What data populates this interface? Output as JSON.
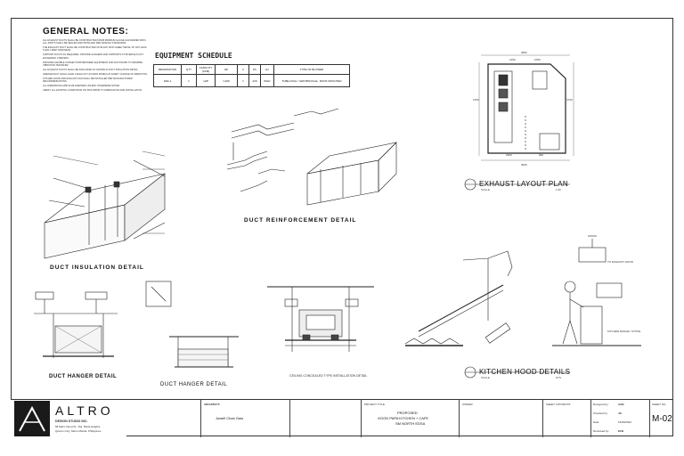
{
  "notes": {
    "title": "GENERAL NOTES:",
    "items": [
      "ALL EXHAUST DUCTS SHALL BE CONSTRUCTED FROM MINIMUM GAUGE GALVANIZED IRON. ALL JOINTS SHALL BE SEALED AND INSTALLED PER SMACNA STANDARDS.",
      "THE EXHAUST DUCT SHALL BE CONSTRUCTED OF BLACK IRON SHEET METAL OF NOT LESS THAN 1.5MM THICKNESS.",
      "SUPPORT DUCTS AS REQUIRED. PROVIDE HANGERS AND SUPPORTS AT INTERVALS NOT EXCEEDING 3 METERS.",
      "PROVIDE FLEXIBLE CONNECTORS BETWEEN EQUIPMENT AND DUCTWORK TO MINIMIZE VIBRATION TRANSFER.",
      "ALL EXHAUST DUCTS SHALL BE INSULATED AS SHOWN IN DUCT INSULATION DETAIL.",
      "GREASE DUCT SHALL HAVE CLEAN-OUT ACCESS PANELS AT EVERY CHANGE OF DIRECTION.",
      "KITCHEN HOOD AND EXHAUST FAN SHALL BE INSTALLED PER MANUFACTURER RECOMMENDATIONS.",
      "ALL DIMENSIONS ARE IN MILLIMETERS UNLESS OTHERWISE NOTED.",
      "VERIFY ALL EXISTING CONDITIONS ON SITE PRIOR TO FABRICATION AND INSTALLATION."
    ]
  },
  "equipment": {
    "title": "EQUIPMENT SCHEDULE",
    "headers": [
      "DESIGNATION",
      "QTY",
      "CAPACITY (CFM)",
      "HP",
      "V",
      "Ph",
      "Hz",
      "TYPE OF BLOWER"
    ],
    "row": [
      "KEF-1",
      "1",
      "1,400",
      "1HP",
      "1",
      "220",
      "60Hz",
      "TUBE AXIAL / CENTRIFUGAL, ROOF MOUNTED"
    ]
  },
  "labels": {
    "duct_insulation": "DUCT INSULATION DETAIL",
    "duct_reinforcement": "DUCT REINFORCEMENT DETAIL",
    "duct_hanger_1": "DUCT HANGER DETAIL",
    "duct_hanger_2": "DUCT HANGER DETAIL",
    "ceiling_hanger": "CEILING CONCEALED TYPE INSTALLATION DETAIL",
    "exhaust_plan": "EXHAUST LAYOUT PLAN",
    "exhaust_scale": "SCALE",
    "exhaust_scale_val": "1:50",
    "kitchen_hood": "KITCHEN HOOD DETAILS",
    "kitchen_scale": "SCALE",
    "kitchen_scale_val": "NTS",
    "to_exhaust_hood": "TO EXHAUST HOOD",
    "kitchen_range": "KITCHEN RANGE / STOVE",
    "dims": {
      "d1": "3800",
      "d2": "1450",
      "d3": "1050",
      "d4": "2300",
      "d5": "900",
      "d6": "3625",
      "d7": "1450",
      "d8": "3720"
    }
  },
  "title_block": {
    "firm": "ALTRO",
    "firm_sub": "DESIGN STUDIO INC.",
    "firm_addr1": "58 Mars Cloud St., Sta. Maria Heights",
    "firm_addr2": "Quezon City, Metro Manila, Philippines",
    "architect_label": "ARCHITECT:",
    "architect": "Jowell Chan Gaw",
    "project_label": "PROJECT TITLE:",
    "project_1": "PROPOSED",
    "project_2": "GOOD PAPA KITCHEN + CAFE",
    "project_3": "SM NORTH EDSA",
    "owner_label": "OWNER:",
    "contents_label": "SHEET CONTENTS:",
    "designed_by_label": "Designed by:",
    "designed_by": "AAB",
    "checked_by_label": "Checked by:",
    "checked_by": "JG",
    "date_label": "Date:",
    "date": "15/06/2022",
    "reviewed_by_label": "Reviewed by:",
    "reviewed_by": "EFB",
    "sheet_no_label": "SHEET NO.",
    "sheet_no": "M-02"
  }
}
